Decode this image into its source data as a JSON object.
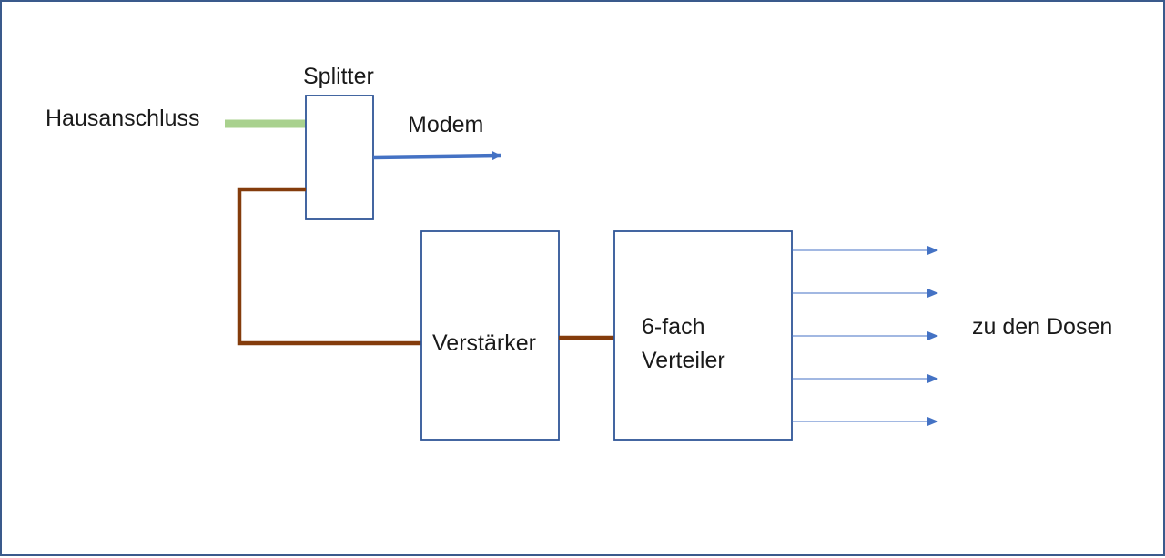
{
  "labels": {
    "hausanschluss": "Hausanschluss",
    "splitter": "Splitter",
    "modem": "Modem",
    "verstaerker": "Verstärker",
    "verteiler_line1": "6-fach",
    "verteiler_line2": "Verteiler",
    "dosen": "zu den Dosen"
  },
  "colors": {
    "box_border": "#2f5597",
    "house_line": "#a9d18e",
    "modem_arrow": "#4472c4",
    "coax_line": "#843c0c",
    "output_arrows": "#4472c4",
    "frame_border": "#3a5a8c",
    "text": "#1a1a1a"
  },
  "output_arrow_count": 5
}
